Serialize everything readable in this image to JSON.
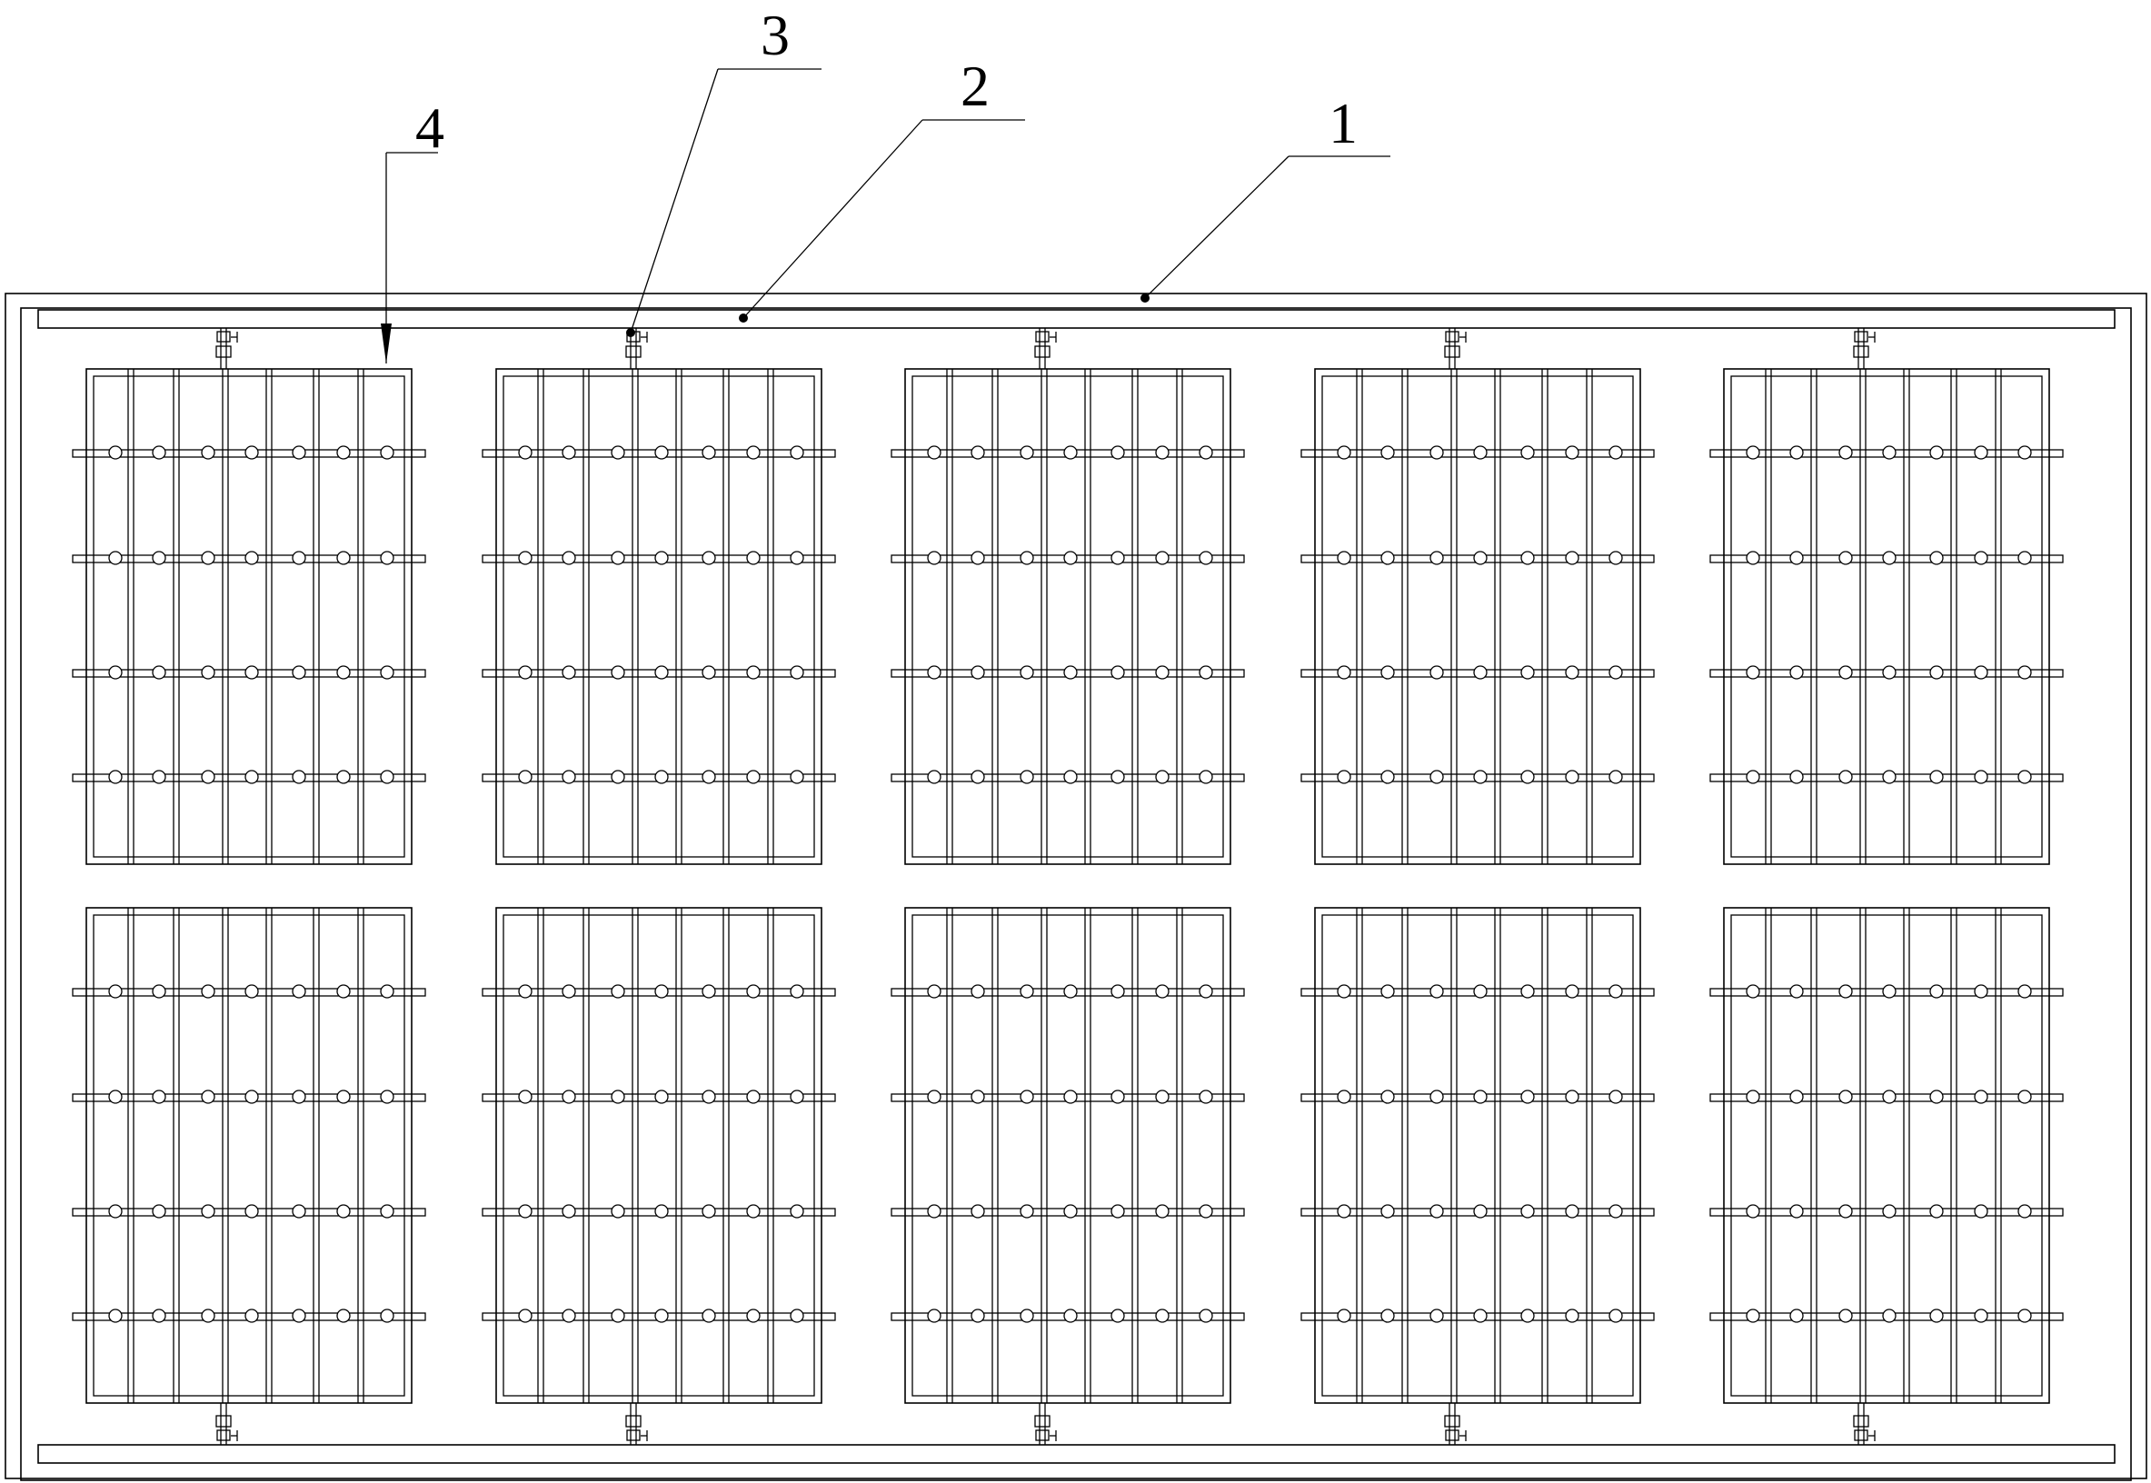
{
  "callouts": [
    {
      "id": "callout-1",
      "label": "1",
      "target": "outer-tank"
    },
    {
      "id": "callout-2",
      "label": "2",
      "target": "supply-pipe"
    },
    {
      "id": "callout-3",
      "label": "3",
      "target": "valve"
    },
    {
      "id": "callout-4",
      "label": "4",
      "target": "rack-frame"
    }
  ],
  "layout": {
    "rack_rows": 2,
    "rack_columns": 5,
    "crossbars_per_rack": 4,
    "vertical_bars_per_rack": 6,
    "nodes_per_crossbar": 7
  }
}
